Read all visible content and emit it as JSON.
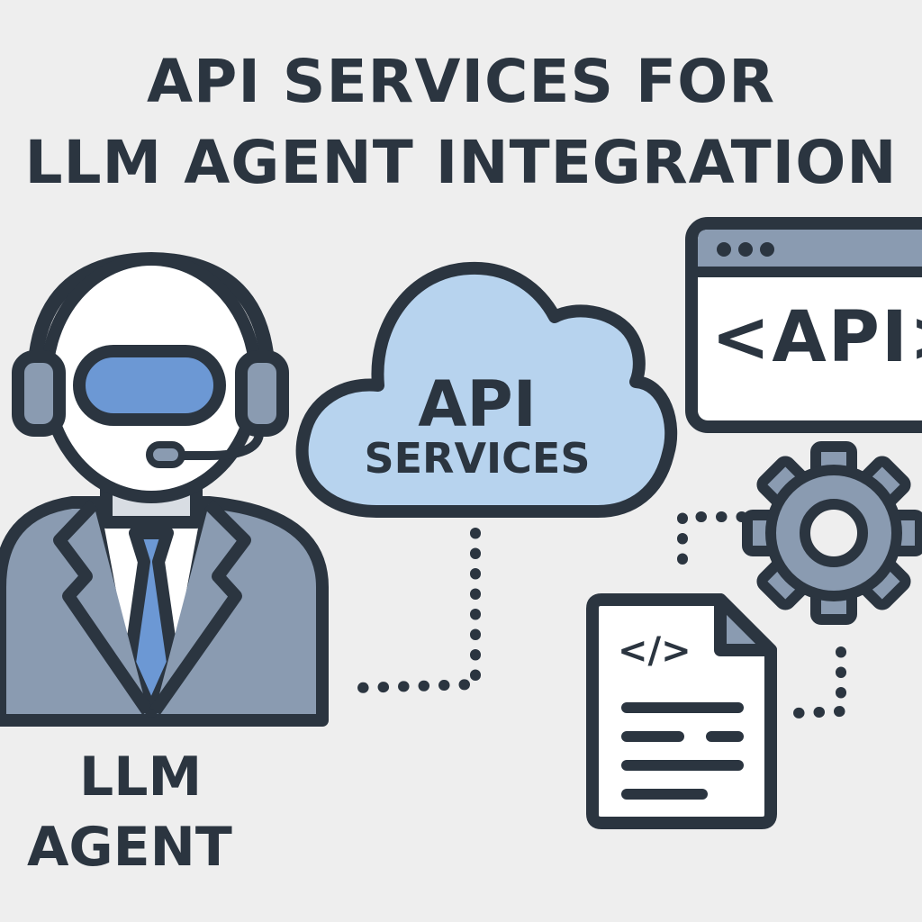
{
  "title": {
    "line1": "API SERVICES FOR",
    "line2": "LLM AGENT INTEGRATION"
  },
  "agent": {
    "label_line1": "LLM",
    "label_line2": "AGENT",
    "icon": "headset-agent-icon"
  },
  "cloud": {
    "label_line1": "API",
    "label_line2": "SERVICES",
    "icon": "cloud-icon"
  },
  "api_window": {
    "text": "<API>",
    "icon": "browser-window-icon"
  },
  "gear": {
    "icon": "gear-icon"
  },
  "code_document": {
    "code_tag": "</>",
    "icon": "code-file-icon"
  },
  "colors": {
    "outline": "#2b3540",
    "background": "#eeeeee",
    "light_blue": "#b7d3ee",
    "accent_blue": "#6c98d4",
    "slate_gray": "#8a9bb1",
    "white": "#ffffff"
  }
}
